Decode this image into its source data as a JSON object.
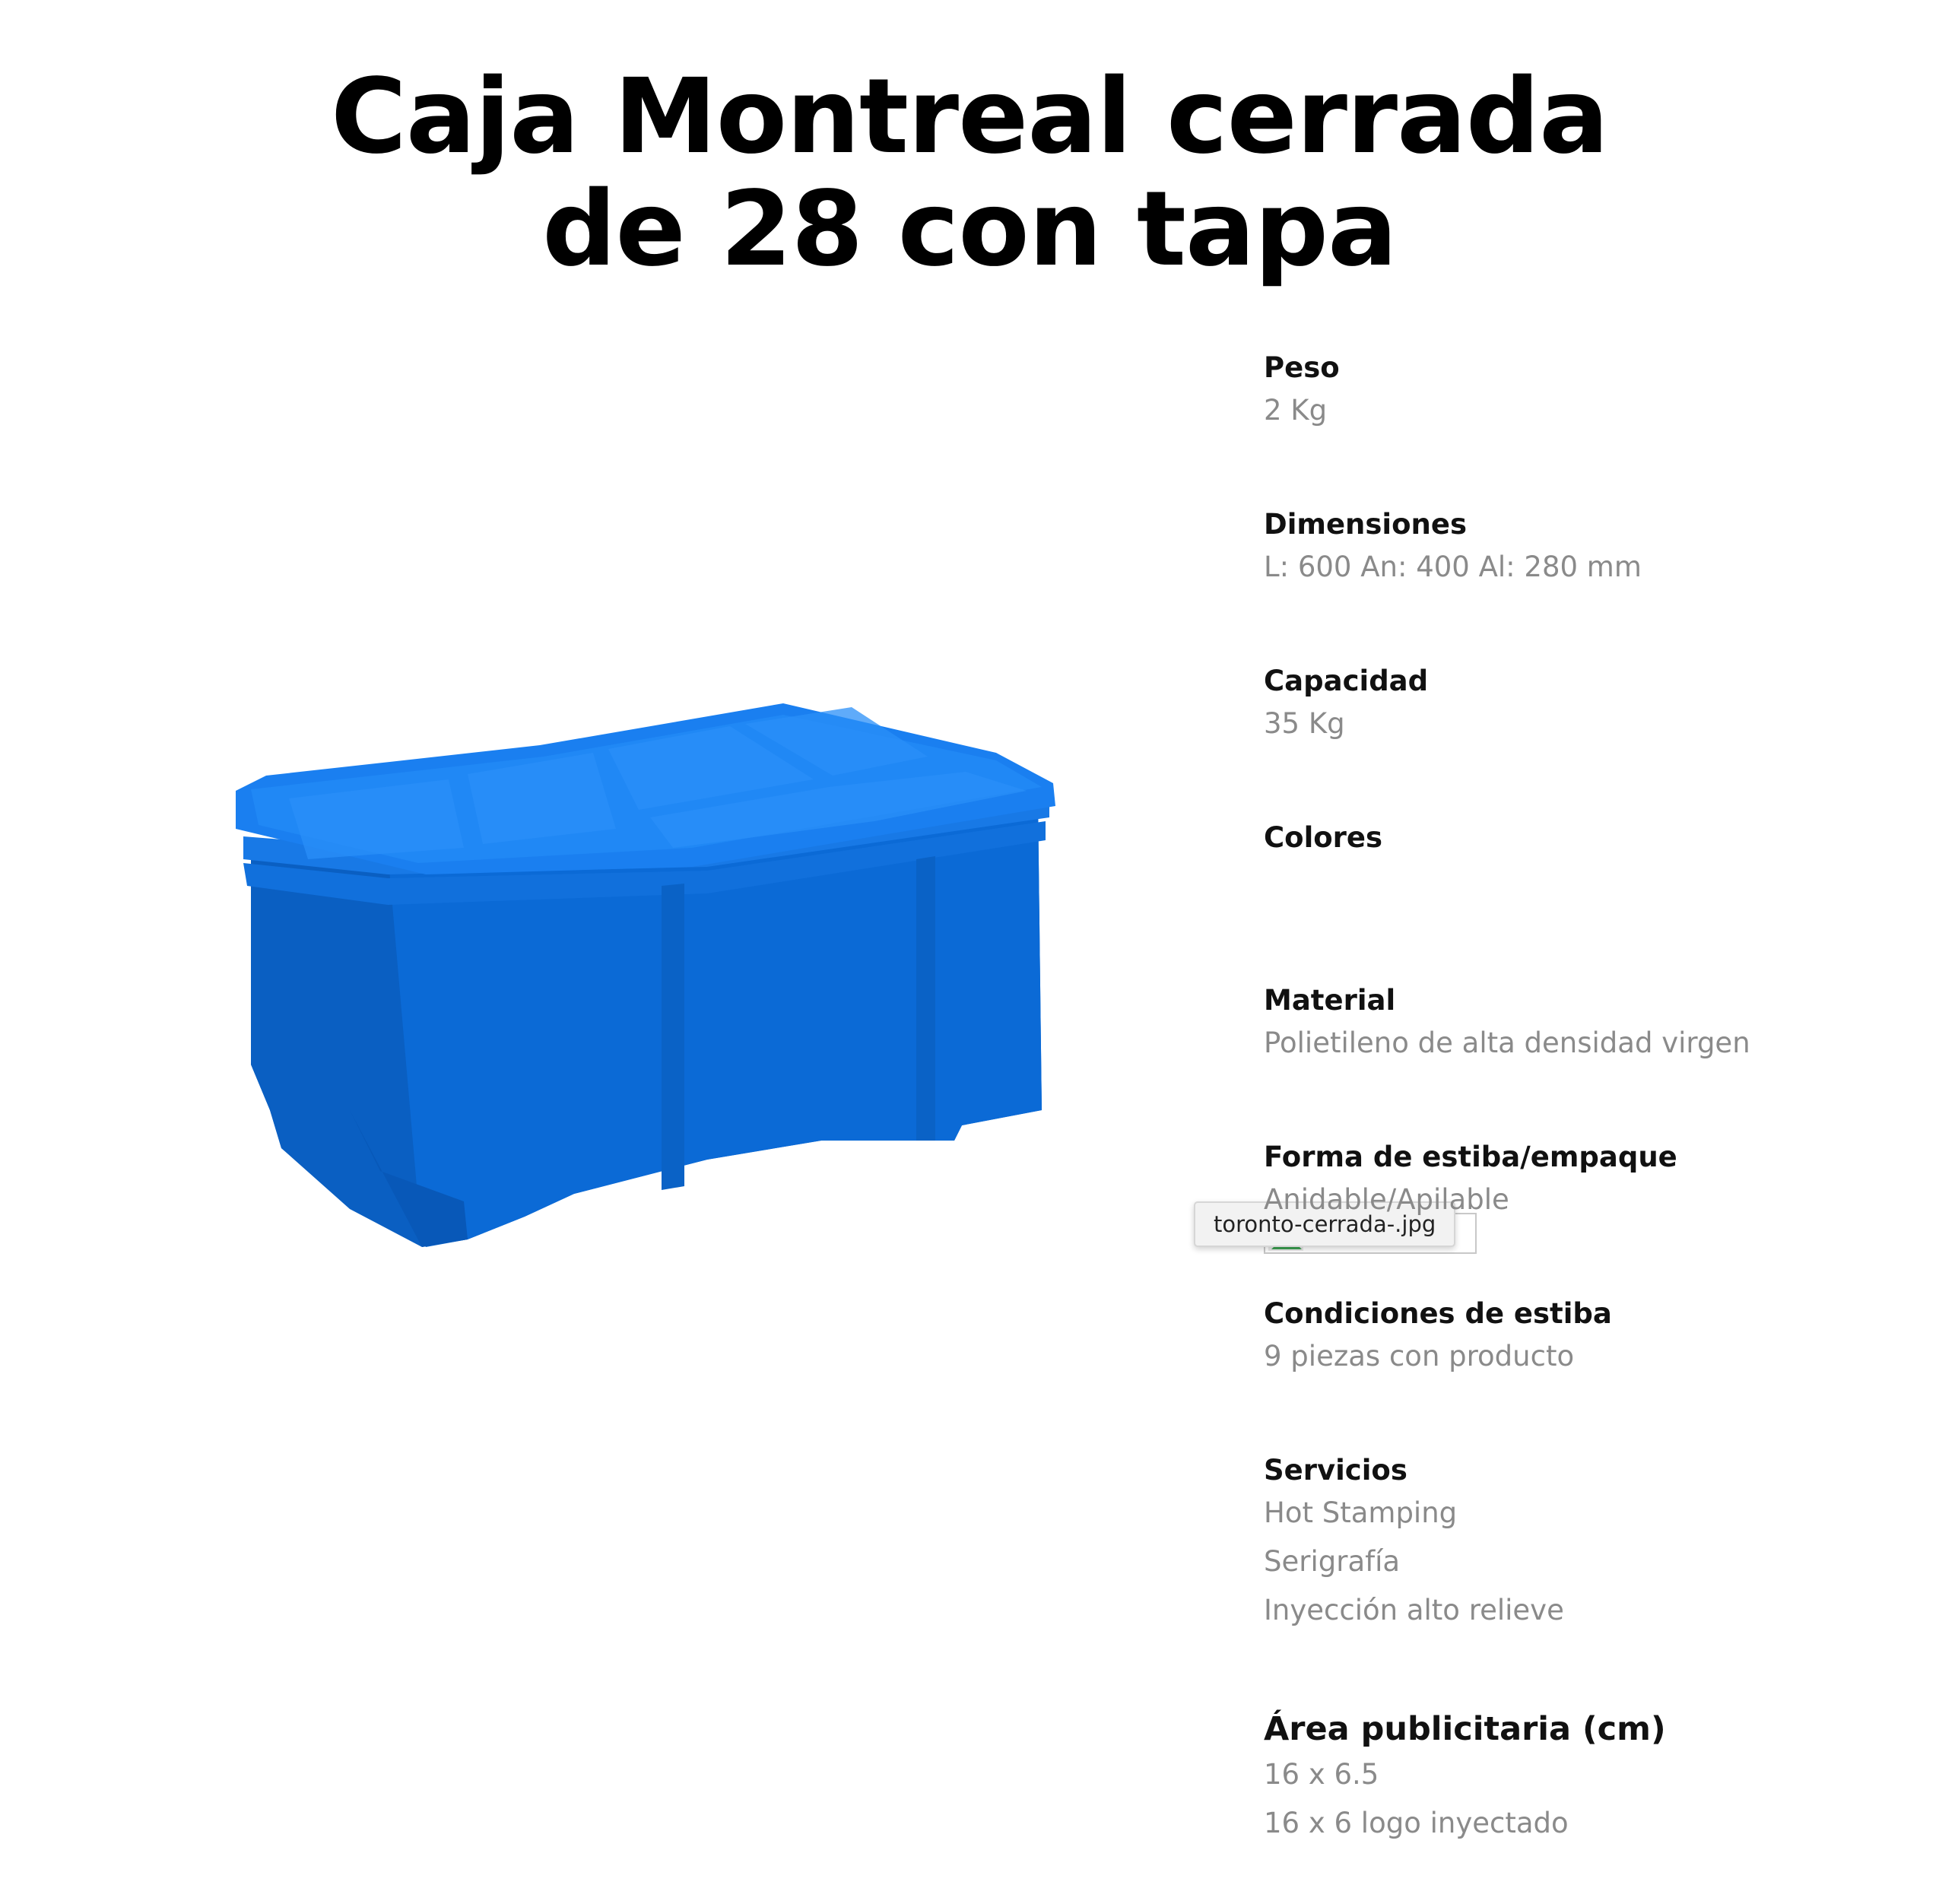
{
  "product": {
    "title_line1": "Caja Montreal cerrada",
    "title_line2": "de 28 con tapa",
    "image_alt": "Caja Montreal cerrada de 28 con tapa color azul",
    "image_color": "#0a6dd9"
  },
  "specs": {
    "peso": {
      "label": "Peso",
      "value": "2 Kg"
    },
    "dimensiones": {
      "label": "Dimensiones",
      "value": "L: 600 An: 400 Al: 280 mm"
    },
    "capacidad": {
      "label": "Capacidad",
      "value": "35 Kg"
    },
    "colores": {
      "label": "Colores",
      "image_tooltip": "toronto-cerrada-.jpg"
    },
    "material": {
      "label": "Material",
      "value": "Polietileno de alta densidad virgen"
    },
    "forma": {
      "label": "Forma de estiba/empaque",
      "value": "Anidable/Apilable"
    },
    "condiciones": {
      "label": "Condiciones de estiba",
      "value": "9 piezas con producto"
    },
    "servicios": {
      "label": "Servicios",
      "items": [
        "Hot Stamping",
        "Serigrafía",
        "Inyección alto relieve"
      ]
    },
    "area": {
      "label": "Área publicitaria (cm)",
      "items": [
        "16 x 6.5",
        "16 x 6 logo inyectado"
      ]
    }
  }
}
